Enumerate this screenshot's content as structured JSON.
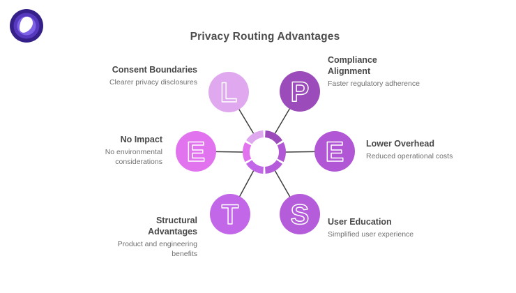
{
  "title": "Privacy Routing Advantages",
  "theme": {
    "background": "#ffffff",
    "title_color": "#4d4d4d",
    "heading_color": "#484848",
    "subtext_color": "#6f6f6f",
    "line_color": "#3d3d3d",
    "letter_outline_color": "#ffffff"
  },
  "logo": {
    "name": "brand-logo",
    "colors": [
      "#351f89",
      "#5639bf",
      "#7e63e6",
      "#ffffff"
    ]
  },
  "diagram": {
    "hub_shape": "segmented-ring",
    "nodes": [
      {
        "id": "l",
        "letter": "L",
        "title": "Consent Boundaries",
        "description": "Clearer privacy disclosures",
        "color": "#e0a9ef"
      },
      {
        "id": "p",
        "letter": "P",
        "title": "Compliance Alignment",
        "description": "Faster regulatory adherence",
        "color": "#9c4cba"
      },
      {
        "id": "e-left",
        "letter": "E",
        "title": "No Impact",
        "description": "No environmental considerations",
        "color": "#e173ee"
      },
      {
        "id": "e-right",
        "letter": "E",
        "title": "Lower Overhead",
        "description": "Reduced operational costs",
        "color": "#b156d4"
      },
      {
        "id": "t",
        "letter": "T",
        "title": "Structural Advantages",
        "description": "Product and engineering benefits",
        "color": "#c267e7"
      },
      {
        "id": "s",
        "letter": "S",
        "title": "User Education",
        "description": "Simplified user experience",
        "color": "#b55cdb"
      }
    ]
  }
}
